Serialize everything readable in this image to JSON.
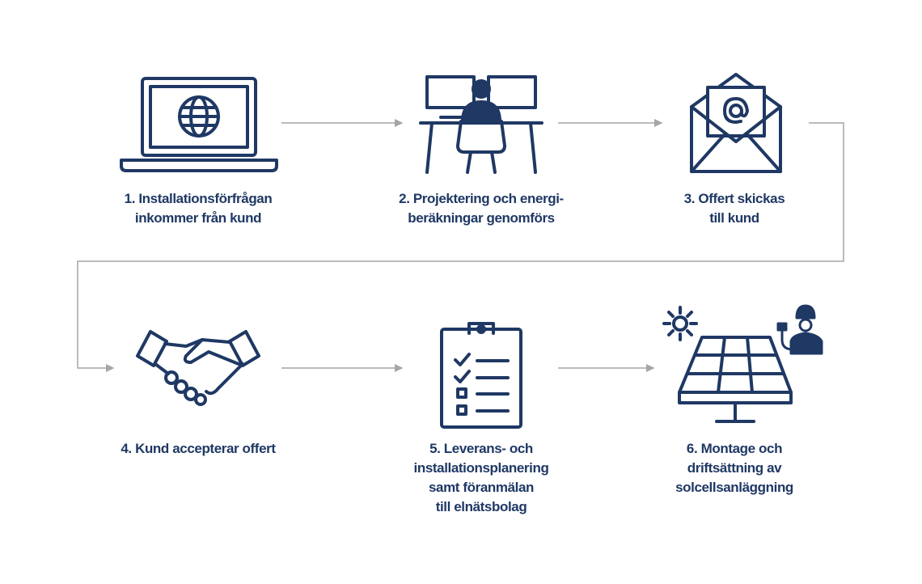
{
  "colors": {
    "primary": "#1f3864",
    "arrow": "#a6a6a6"
  },
  "steps": [
    {
      "icon": "laptop-globe-icon",
      "lines": [
        "1. Installationsförfrågan",
        "inkommer från kund"
      ]
    },
    {
      "icon": "engineer-at-desk-icon",
      "lines": [
        "2. Projektering och energi-",
        "beräkningar genomförs"
      ]
    },
    {
      "icon": "email-envelope-icon",
      "lines": [
        "3. Offert skickas",
        "till kund"
      ]
    },
    {
      "icon": "handshake-icon",
      "lines": [
        "4. Kund accepterar offert"
      ]
    },
    {
      "icon": "clipboard-checklist-icon",
      "lines": [
        "5. Leverans- och",
        "installationsplanering",
        "samt föranmälan",
        "till elnätsbolag"
      ]
    },
    {
      "icon": "solar-panel-installer-icon",
      "lines": [
        "6. Montage och",
        "driftsättning av",
        "solcellsanläggning"
      ]
    }
  ]
}
